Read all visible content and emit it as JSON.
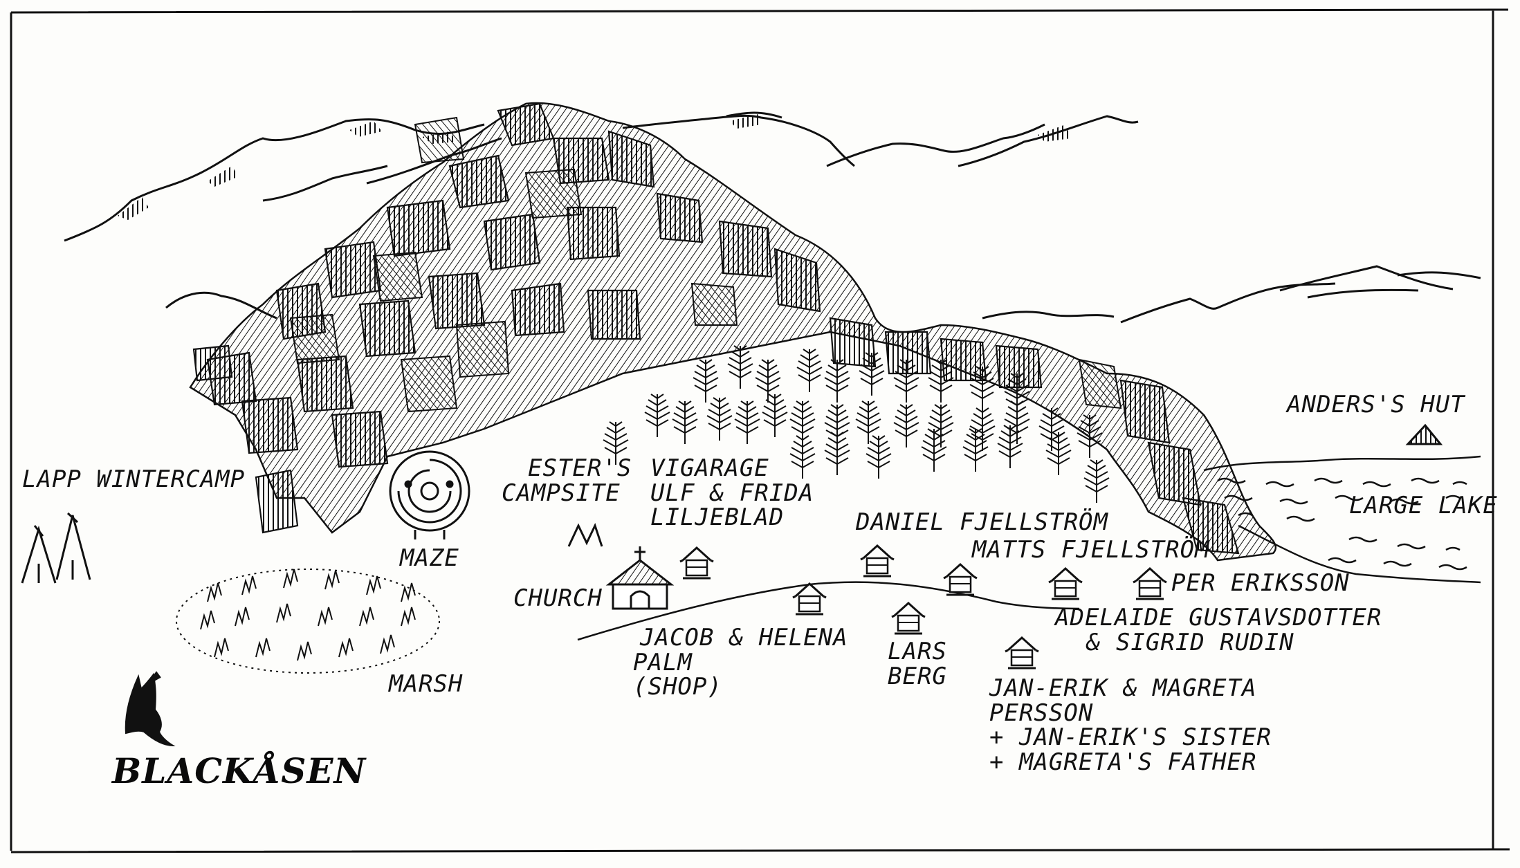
{
  "map": {
    "title": "BLACKÅSEN",
    "labels": {
      "lapp_wintercamp": "LAPP WINTERCAMP",
      "maze": "MAZE",
      "marsh": "MARSH",
      "esters_campsite_1": "ESTER'S",
      "esters_campsite_2": "CAMPSITE",
      "vicarage_1": "VIGARAGE",
      "vicarage_2": "ULF & FRIDA",
      "vicarage_3": "LILJEBLAD",
      "church": "CHURCH",
      "jacob_helena_1": "JACOB & HELENA",
      "jacob_helena_2": "PALM",
      "jacob_helena_3": "(SHOP)",
      "daniel": "DANIEL FJELLSTRÖM",
      "matts": "MATTS FJELLSTRÖM",
      "lars_1": "LARS",
      "lars_2": "BERG",
      "per": "PER ERIKSSON",
      "adelaide_1": "ADELAIDE GUSTAVSDOTTER",
      "adelaide_2": "& SIGRID RUDIN",
      "janerik_1": "JAN-ERIK & MAGRETA",
      "janerik_2": "PERSSON",
      "janerik_3": "+ JAN-ERIK'S SISTER",
      "janerik_4": "+ MAGRETA'S FATHER",
      "anders_hut": "ANDERS'S HUT",
      "large_lake": "LARGE LAKE"
    },
    "colors": {
      "ink": "#111111",
      "paper": "#fdfdfb"
    },
    "icons": [
      "mountain-icon",
      "tree-icon",
      "house-icon",
      "church-icon",
      "tent-icon",
      "teepee-icon",
      "maze-icon",
      "marsh-icon",
      "lake-icon",
      "raven-icon"
    ]
  }
}
